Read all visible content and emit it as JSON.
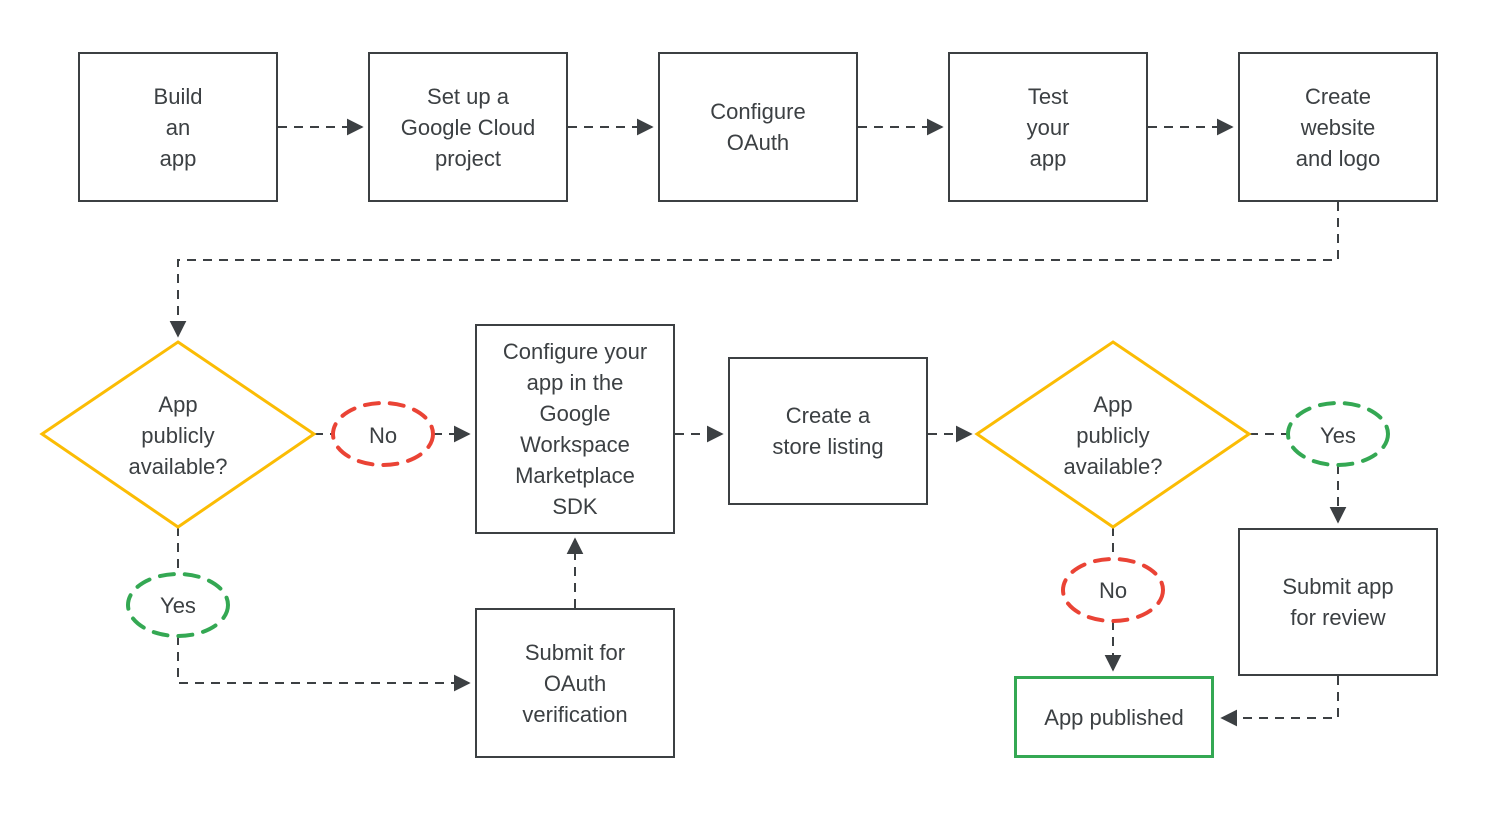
{
  "palette": {
    "ink": "#3c4043",
    "decision_yellow": "#fbbc04",
    "no_red": "#ea4335",
    "yes_green": "#34a853"
  },
  "nodes": {
    "build_app": {
      "label": "Build\nan\napp"
    },
    "setup_project": {
      "label": "Set up a\nGoogle Cloud\nproject"
    },
    "configure_oauth": {
      "label": "Configure\nOAuth"
    },
    "test_app": {
      "label": "Test\nyour\napp"
    },
    "create_website": {
      "label": "Create\nwebsite\nand logo"
    },
    "decision_public_1": {
      "label": "App\npublicly\navailable?"
    },
    "no_1": {
      "label": "No"
    },
    "yes_1": {
      "label": "Yes"
    },
    "configure_sdk": {
      "label": "Configure your\napp in the\nGoogle\nWorkspace\nMarketplace\nSDK"
    },
    "store_listing": {
      "label": "Create a\nstore listing"
    },
    "decision_public_2": {
      "label": "App\npublicly\navailable?"
    },
    "yes_2": {
      "label": "Yes"
    },
    "no_2": {
      "label": "No"
    },
    "submit_review": {
      "label": "Submit app\nfor review"
    },
    "oauth_verification": {
      "label": "Submit for\nOAuth\nverification"
    },
    "app_published": {
      "label": "App published"
    }
  }
}
